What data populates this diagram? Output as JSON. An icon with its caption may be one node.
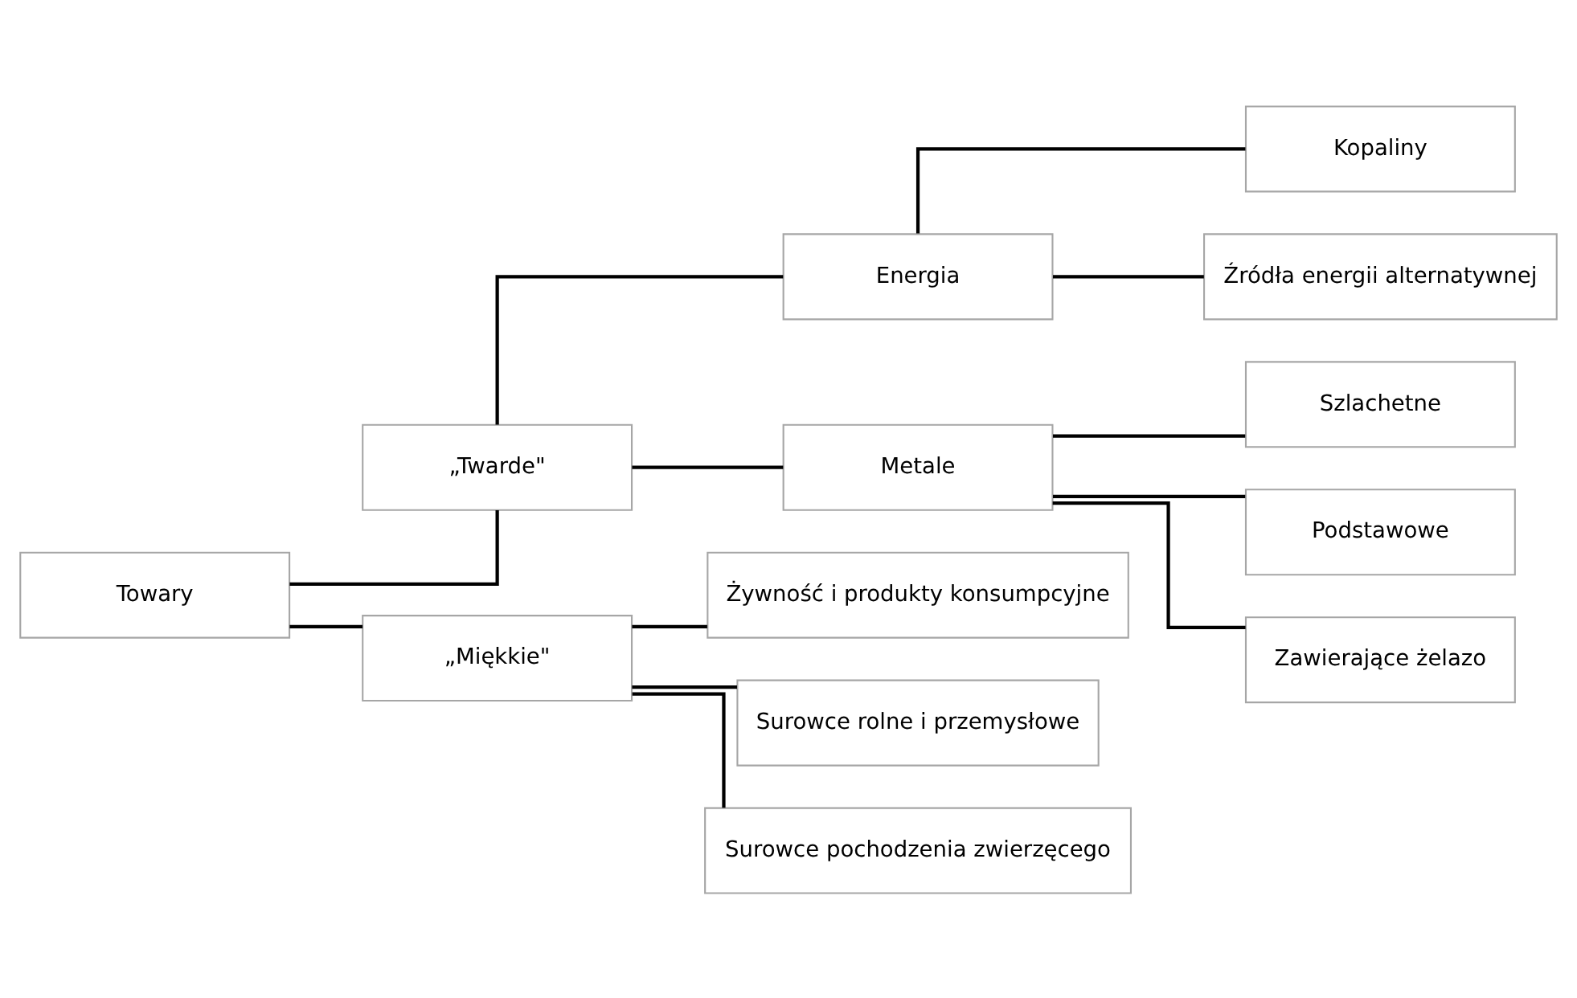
{
  "diagram": {
    "nodes": [
      {
        "text": [
          "Towary"
        ]
      },
      {
        "text": [
          "„Twarde\""
        ]
      },
      {
        "text": [
          "„Miękkie\""
        ]
      },
      {
        "text": [
          "Energia"
        ]
      },
      {
        "text": [
          "Metale"
        ]
      },
      {
        "text": [
          "Kopaliny"
        ]
      },
      {
        "text": [
          "Źródła energii alternatywnej"
        ]
      },
      {
        "text": [
          "Szlachetne"
        ]
      },
      {
        "text": [
          "Podstawowe"
        ]
      },
      {
        "text": [
          "Zawierające żelazo"
        ]
      },
      {
        "text": [
          "Żywność i produkty konsumpcyjne"
        ]
      },
      {
        "text": [
          "Surowce rolne i przemysłowe"
        ]
      },
      {
        "text": [
          "Surowce pochodzenia zwierzęcego"
        ]
      }
    ],
    "edges": [
      {
        "from": 0,
        "to": 1,
        "arrow": "none"
      },
      {
        "from": 0,
        "to": 2,
        "arrow": "none"
      },
      {
        "from": 1,
        "to": 3,
        "arrow": "none"
      },
      {
        "from": 1,
        "to": 4,
        "arrow": "none"
      },
      {
        "from": 3,
        "to": 5,
        "arrow": "none"
      },
      {
        "from": 3,
        "to": 6,
        "arrow": "none"
      },
      {
        "from": 4,
        "to": 7,
        "arrow": "none"
      },
      {
        "from": 4,
        "to": 8,
        "arrow": "none"
      },
      {
        "from": 4,
        "to": 9,
        "arrow": "none"
      },
      {
        "from": 2,
        "to": 10,
        "arrow": "none"
      },
      {
        "from": 2,
        "to": 11,
        "arrow": "none"
      },
      {
        "from": 2,
        "to": 12,
        "arrow": "none"
      }
    ]
  }
}
